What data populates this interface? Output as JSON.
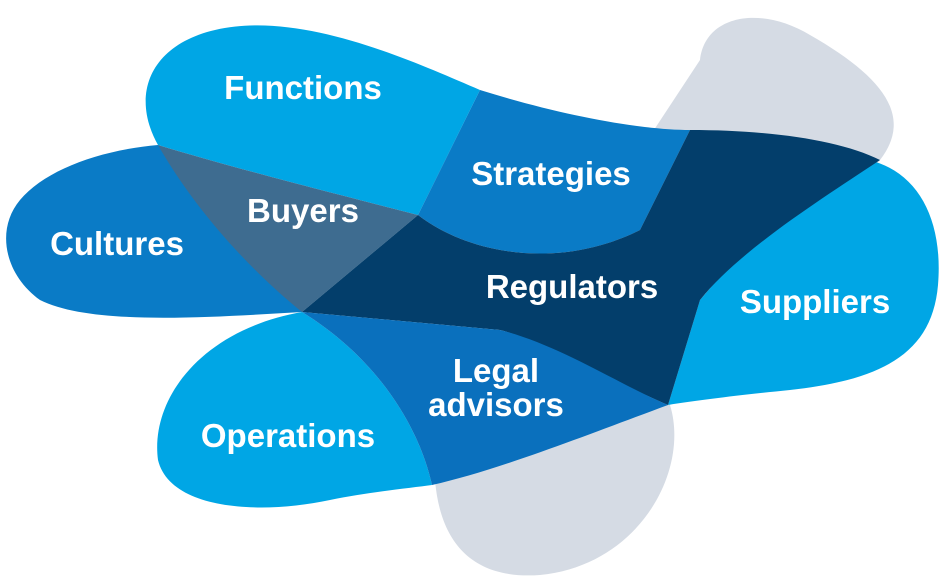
{
  "diagram": {
    "labels": {
      "functions": "Functions",
      "strategies": "Strategies",
      "buyers": "Buyers",
      "cultures": "Cultures",
      "regulators": "Regulators",
      "suppliers": "Suppliers",
      "legal_line1": "Legal",
      "legal_line2": "advisors",
      "operations": "Operations"
    },
    "colors": {
      "grey_blob": "#d5dbe4",
      "light_blue": "#00a6e5",
      "mid_blue": "#0a7bc6",
      "buyers_overlap": "#3e6c90",
      "dark_navy": "#033e6b",
      "legal_blue": "#0a70bd"
    }
  }
}
